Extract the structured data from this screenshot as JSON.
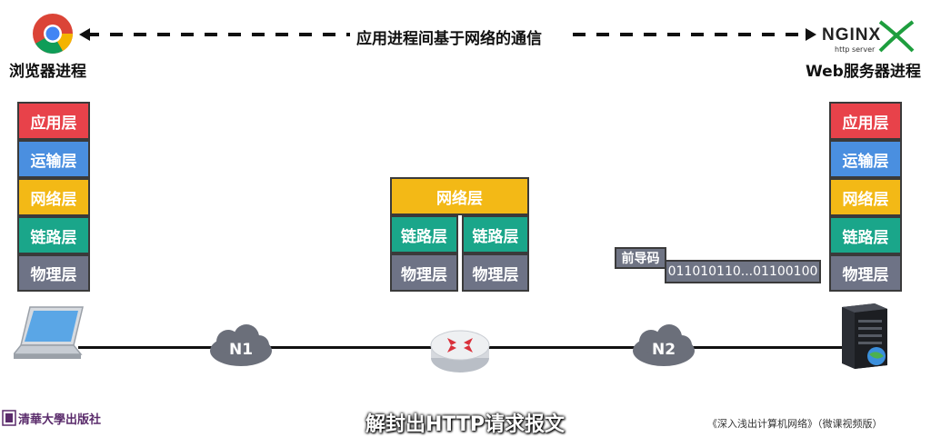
{
  "top": {
    "caption": "应用进程间基于网络的通信",
    "left_label": "浏览器进程",
    "right_label": "Web服务器进程",
    "nginx_logo": "NGINX",
    "nginx_sub": "http server"
  },
  "stack_left": {
    "app": "应用层",
    "transport": "运输层",
    "network": "网络层",
    "link": "链路层",
    "physical": "物理层"
  },
  "stack_right": {
    "app": "应用层",
    "transport": "运输层",
    "network": "网络层",
    "link": "链路层",
    "physical": "物理层"
  },
  "router_stack": {
    "network": "网络层",
    "link_left": "链路层",
    "link_right": "链路层",
    "phys_left": "物理层",
    "phys_right": "物理层"
  },
  "frame": {
    "preamble": "前导码",
    "bits": "011010110...01100100"
  },
  "clouds": {
    "n1": "N1",
    "n2": "N2"
  },
  "footer": {
    "subtitle": "解封出HTTP请求报文",
    "publisher": "清華大學出版社",
    "book": "《深入浅出计算机网络》（微课视频版）"
  },
  "colors": {
    "application": "#e8424a",
    "transport": "#4a8fe0",
    "network": "#f3b916",
    "link": "#1aa68a",
    "physical": "#6e7386"
  }
}
